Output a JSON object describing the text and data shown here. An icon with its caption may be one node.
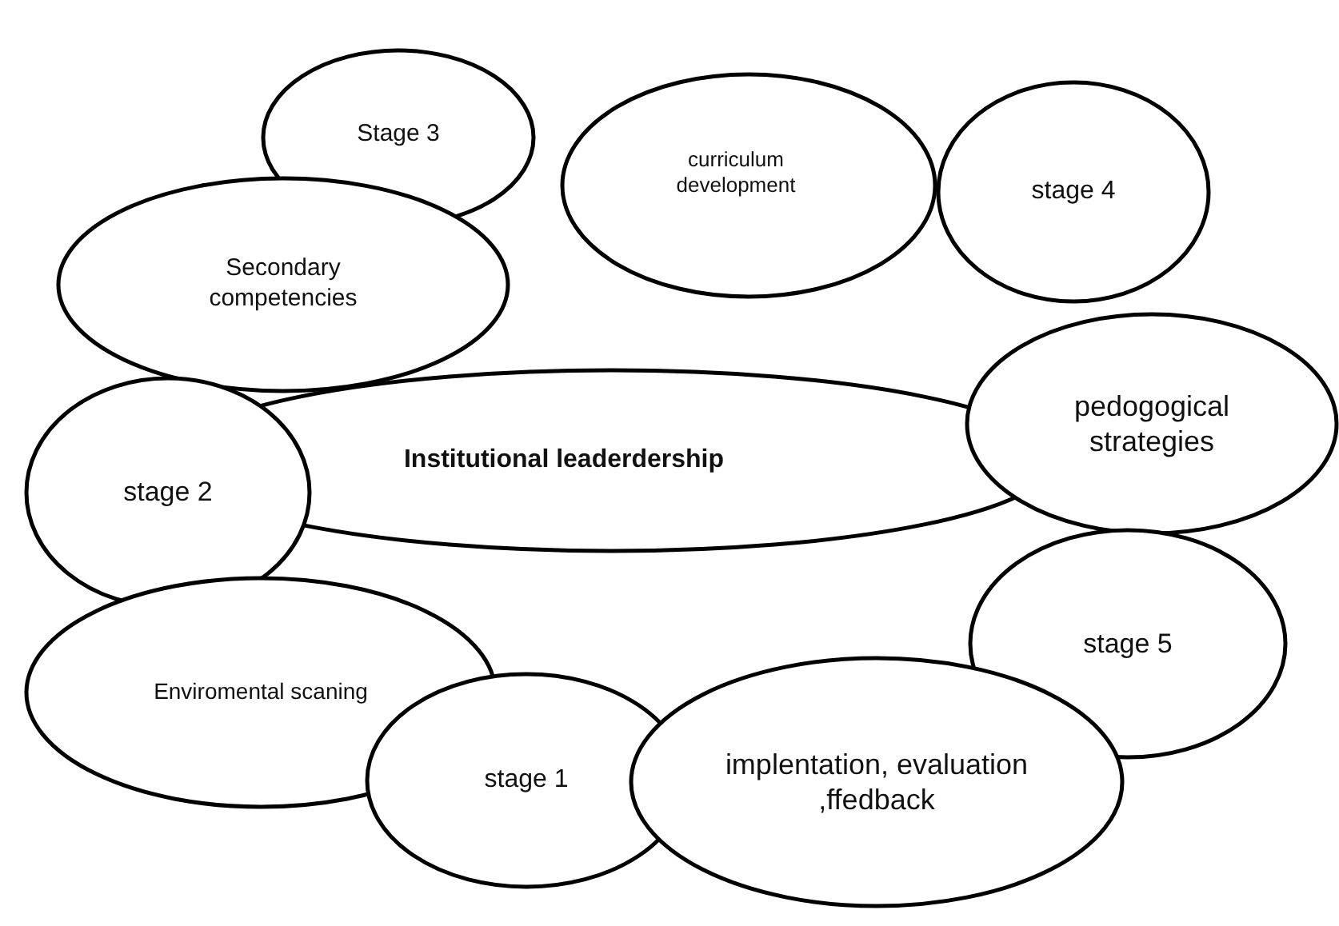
{
  "diagram": {
    "nodes": [
      {
        "text": [
          "Stage 3"
        ]
      },
      {
        "text": [
          "curriculum development"
        ]
      },
      {
        "text": [
          "stage 4"
        ]
      },
      {
        "text": [
          "Secondary competencies"
        ]
      },
      {
        "text": [
          "pedogogical strategies"
        ]
      },
      {
        "text": [
          "Institutional leaderdership"
        ]
      },
      {
        "text": [
          "stage 2"
        ]
      },
      {
        "text": [
          "stage 5"
        ]
      },
      {
        "text": [
          "Enviromental scaning"
        ]
      },
      {
        "text": [
          "stage 1"
        ]
      },
      {
        "text": [
          "implentation, evaluation ,ffedback"
        ]
      }
    ]
  }
}
